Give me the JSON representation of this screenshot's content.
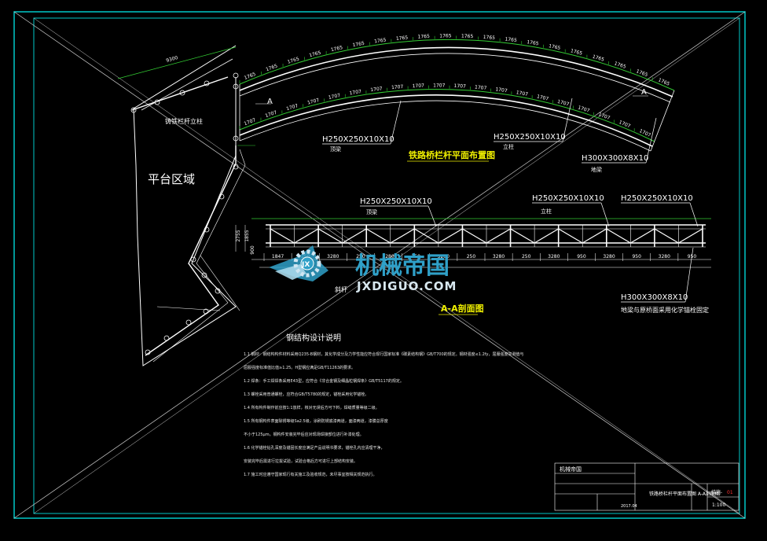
{
  "colors": {
    "background": "#000000",
    "frame": "#00c8c8",
    "structure": "#ffffff",
    "highlight": "#33cc33",
    "title_text": "#f0f000",
    "watermark": "#2fa0c8"
  },
  "platform": {
    "area_label": "平台区域",
    "pillar_label": "铸铁栏杆立柱",
    "top_dim": "9300"
  },
  "plan": {
    "title": "铁路桥栏杆平面布置图",
    "section_marker": "A",
    "outer_dims": [
      "1765",
      "1765",
      "1765",
      "1765",
      "1765",
      "1765",
      "1765",
      "1765",
      "1765",
      "1765",
      "1765",
      "1765",
      "1765",
      "1765",
      "1765",
      "1765",
      "1765",
      "1765",
      "1765",
      "1765"
    ],
    "inner_dims": [
      "1707",
      "1707",
      "1707",
      "1707",
      "1707",
      "1707",
      "1707",
      "1707",
      "1707",
      "1707",
      "1707",
      "1707",
      "1707",
      "1707",
      "1707",
      "1707",
      "1707",
      "1707",
      "1707",
      "1707"
    ],
    "labels": [
      {
        "name": "H250X250X10X10",
        "sub": "顶梁"
      },
      {
        "name": "H250X250X10X10",
        "sub": "立柱"
      },
      {
        "name": "H300X300X8X10",
        "sub": "地梁"
      }
    ]
  },
  "elevation": {
    "title": "A-A剖面图",
    "labels": [
      {
        "name": "H250X250X10X10",
        "sub": "顶梁"
      },
      {
        "name": "H250X250X10X10",
        "sub": "立柱"
      },
      {
        "name": "H250X250X10X10",
        "sub": ""
      },
      {
        "name": "H300X300X8X10",
        "sub": "地梁与原桥面采用化学锚栓固定"
      }
    ],
    "left_dims": [
      "2755",
      "1855",
      "900"
    ],
    "bottom_dims": [
      "1847",
      "250",
      "3280",
      "250",
      "3280",
      "250",
      "3280",
      "250",
      "3280",
      "250",
      "3280",
      "950",
      "3280",
      "950",
      "3280",
      "950"
    ],
    "side_note": "斜杆"
  },
  "notes": {
    "title": "钢结构设计说明",
    "items": [
      "1.1 钢材：钢结构构件材料采用Q235-B钢材，其化学成分及力学性能应符合现行国家标准《碳素结构钢》GB/T700的规定。钢材强度≤1.2fy，屈服强度实测值与",
      "屈服强度标准值比值≥1.25。H型钢应满足GB/T11263的要求。",
      "1.2 焊条：手工焊焊条采用E43型，应符合《非合金钢及细晶粒钢焊条》GB/T5117的规定。",
      "1.3 螺栓采用普通螺栓，应符合GB/T5780的规定，锚栓采用化学锚栓。",
      "1.4 所有构件制作前应按1:1放样，核对无误后方可下料，焊缝质量等级二级。",
      "1.5 所有钢构件表面除锈等级Sa2.5级，涂刷防锈底漆两道，面漆两道，漆膜总厚度",
      "不小于125μm。钢构件安装完毕后应对现场焊接部位进行补漆处理。",
      "1.6 化学锚栓钻孔深度及锚固长度应满足产品说明书要求，锚栓孔内应清理干净，",
      "安装完毕后需进行拉拔试验，试验合格后方可进行上部结构安装。",
      "1.7 施工时应遵守国家现行有关施工及验收规范，未尽事宜按相关规范执行。"
    ]
  },
  "title_block": {
    "company": "机械帝国",
    "drawing_name": "铁路桥栏杆平面布置图 A-A剖面图",
    "date": "2017.04",
    "drawing_no_label": "结施-",
    "drawing_no": "01",
    "scale": "1:100"
  },
  "watermark": {
    "name": "机械帝国",
    "url": "JXDIGUO.COM"
  }
}
